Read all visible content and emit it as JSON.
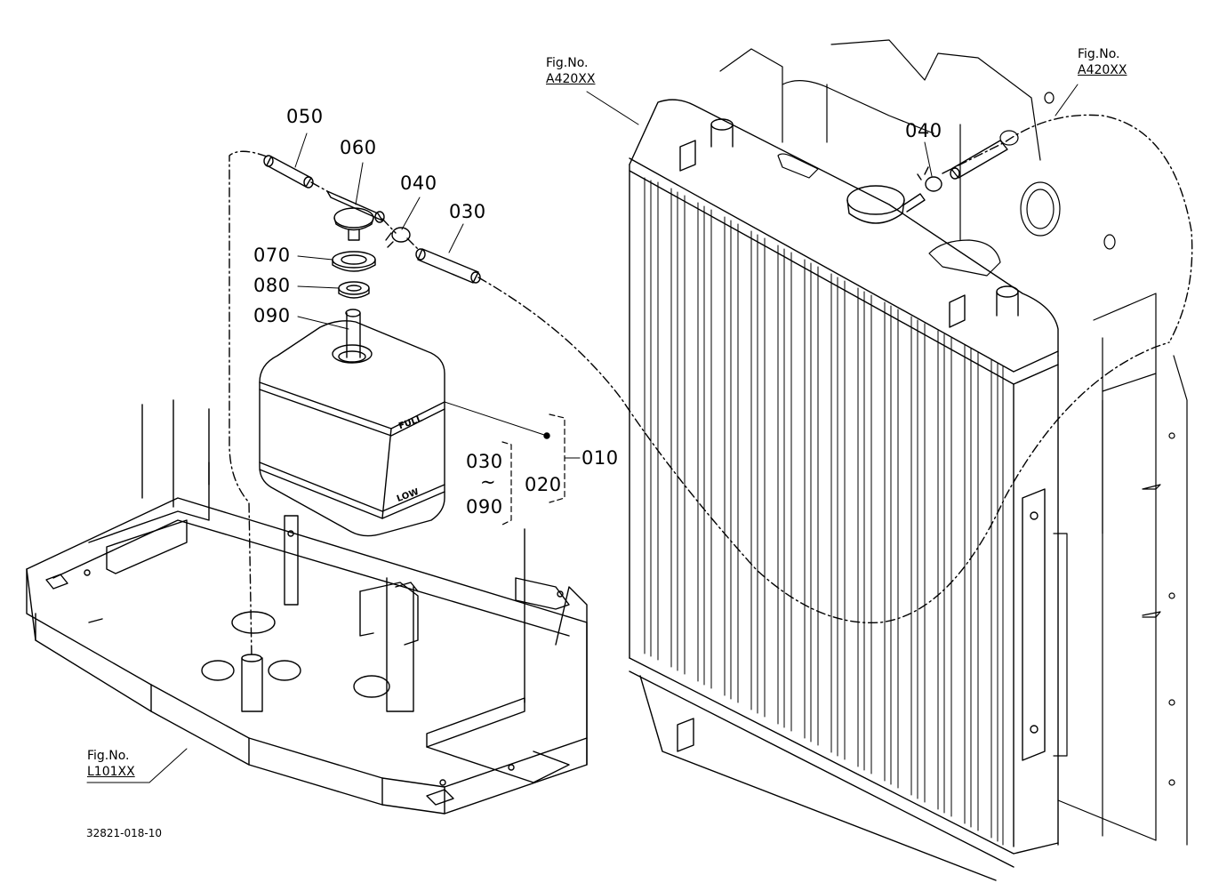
{
  "parts": {
    "p050": "050",
    "p060": "060",
    "p040_left": "040",
    "p030": "030",
    "p070": "070",
    "p080": "080",
    "p090": "090",
    "p010": "010",
    "p020": "020",
    "range_start": "030",
    "range_sep": "~",
    "range_end": "090",
    "p040_right": "040"
  },
  "fig_refs": {
    "top_center": {
      "label": "Fig.No.",
      "code": "A420XX"
    },
    "top_right": {
      "label": "Fig.No.",
      "code": "A420XX"
    },
    "bottom_left": {
      "label": "Fig.No.",
      "code": "L101XX"
    }
  },
  "tank_markings": {
    "full": "FULL",
    "low": "LOW"
  },
  "document_number": "32821-018-10"
}
